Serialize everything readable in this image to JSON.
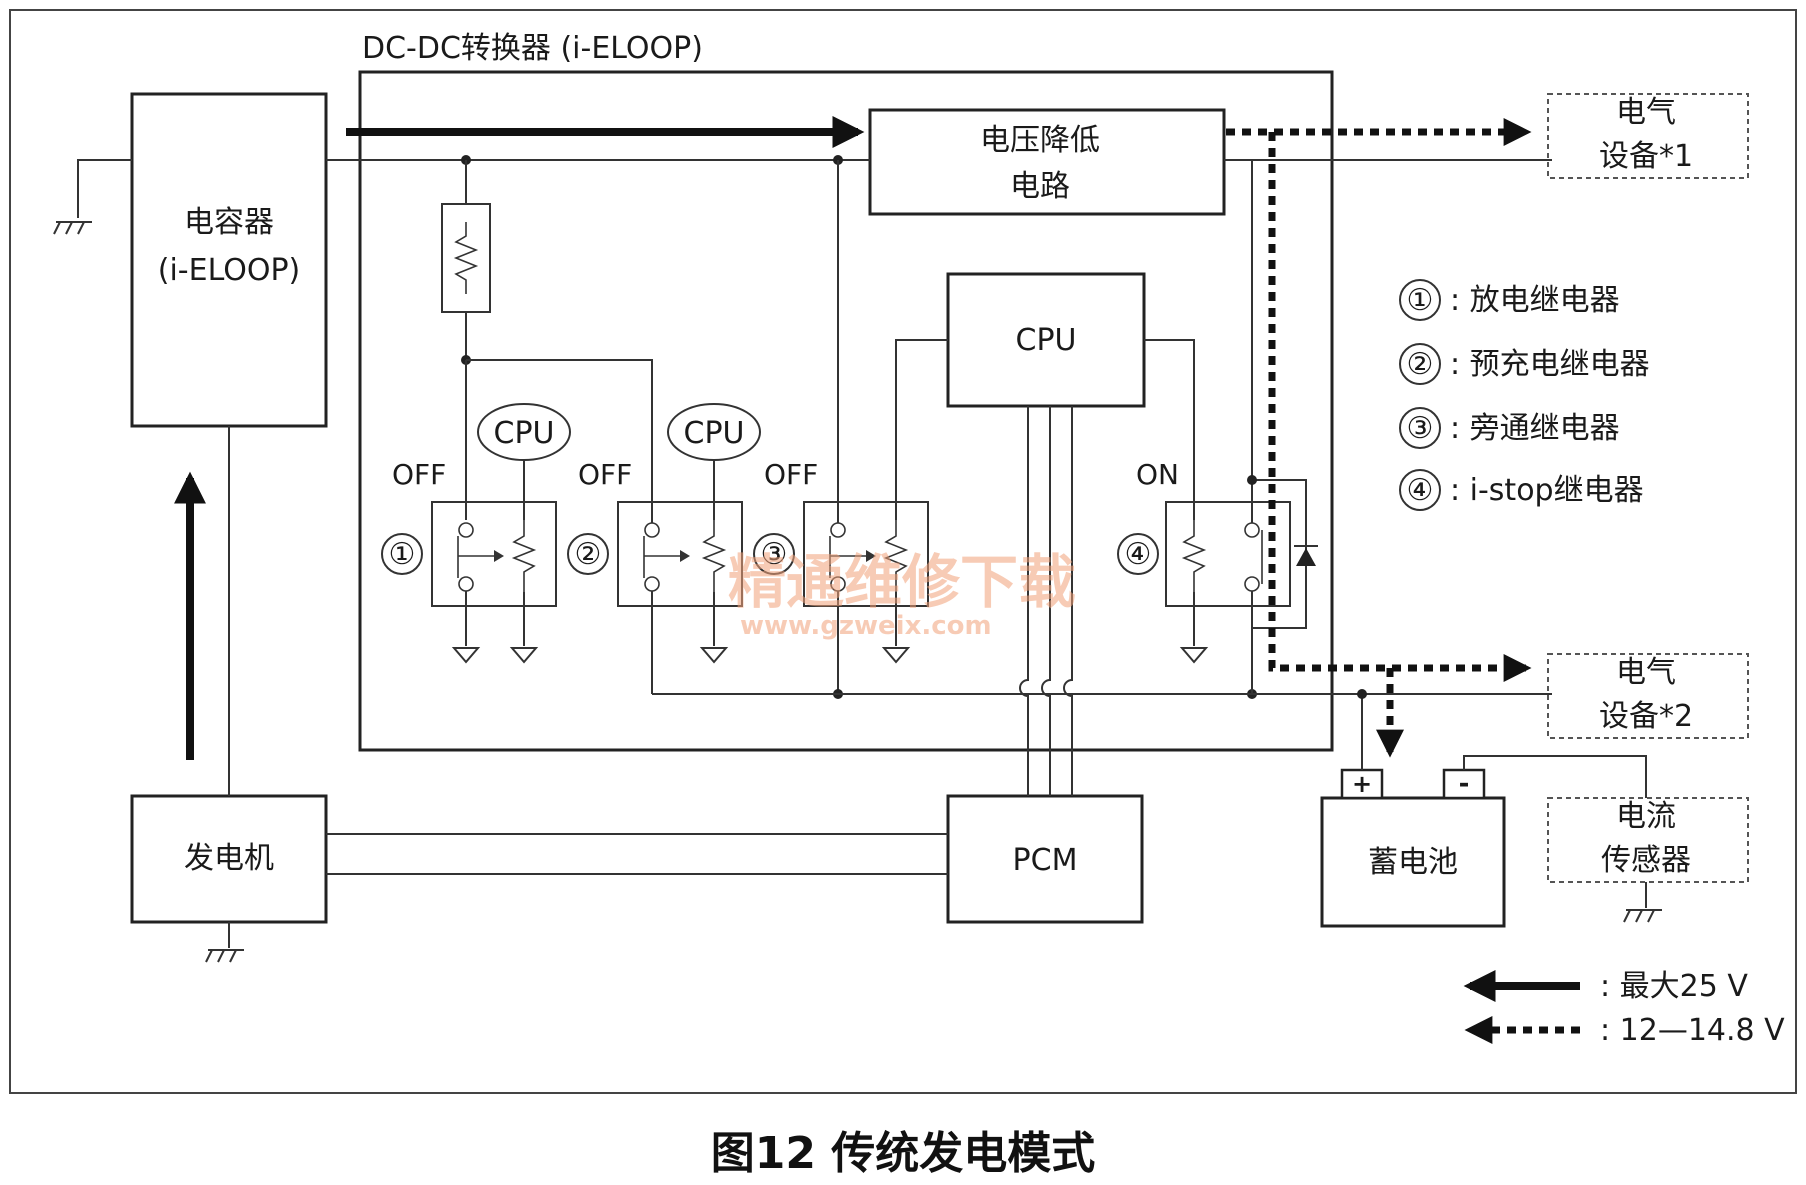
{
  "converter": {
    "title": "DC-DC转换器 (i-ELOOP)"
  },
  "capacitor": {
    "line1": "电容器",
    "line2": "(i-ELOOP)"
  },
  "step_down": {
    "line1": "电压降低",
    "line2": "电路"
  },
  "cpu": {
    "main": "CPU",
    "small1": "CPU",
    "small2": "CPU"
  },
  "relays": [
    {
      "num": "①",
      "state": "OFF"
    },
    {
      "num": "②",
      "state": "OFF"
    },
    {
      "num": "③",
      "state": "OFF"
    },
    {
      "num": "④",
      "state": "ON"
    }
  ],
  "equipment1": {
    "line1": "电气",
    "line2": "设备*1"
  },
  "equipment2": {
    "line1": "电气",
    "line2": "设备*2"
  },
  "current_sensor": {
    "line1": "电流",
    "line2": "传感器"
  },
  "battery": {
    "label": "蓄电池",
    "plus": "+",
    "minus": "-"
  },
  "generator": {
    "label": "发电机"
  },
  "pcm": {
    "label": "PCM"
  },
  "legend_relays": [
    {
      "num": "①",
      "text": ": 放电继电器"
    },
    {
      "num": "②",
      "text": ": 预充电继电器"
    },
    {
      "num": "③",
      "text": ": 旁通继电器"
    },
    {
      "num": "④",
      "text": ": i-stop继电器"
    }
  ],
  "legend_arrows": [
    {
      "style": "solid",
      "text": ": 最大25 V"
    },
    {
      "style": "dotted",
      "text": ": 12—14.8 V"
    }
  ],
  "watermark": {
    "main": "精通维修下载",
    "url": "www.gzweix.com"
  },
  "caption": "图12 传统发电模式"
}
